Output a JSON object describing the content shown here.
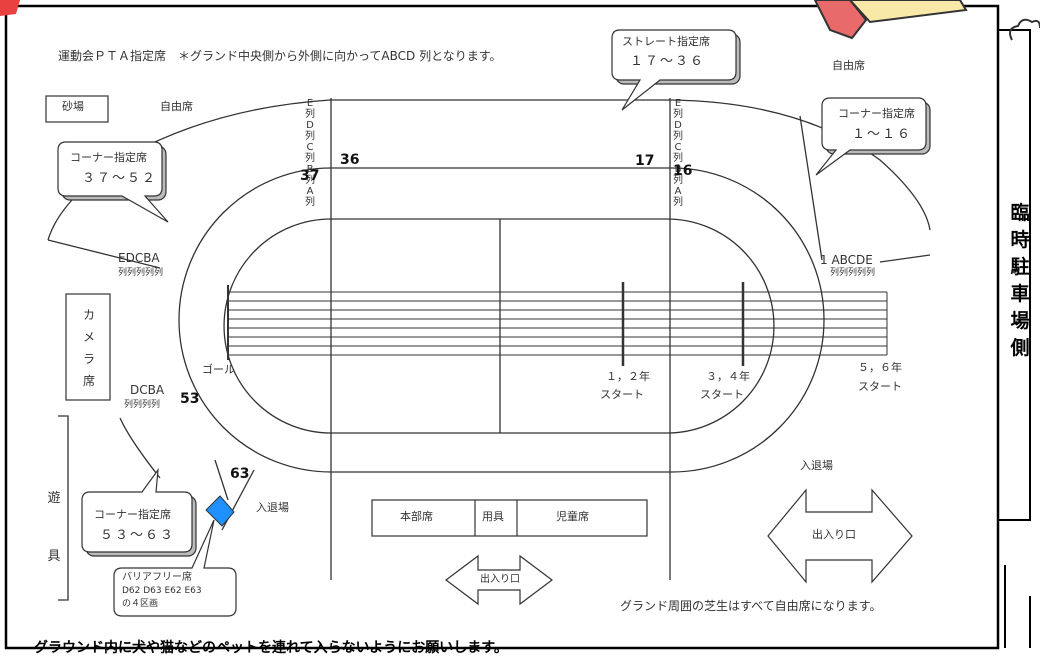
{
  "header": {
    "title": "運動会ＰＴＡ指定席　＊グランド中央側から外側に向かってABCD 列となります。",
    "free_seat_top_right": "自由席"
  },
  "areas": {
    "sunaba": "砂場",
    "free_seat_left": "自由席",
    "camera_seat": [
      "カ",
      "メ",
      "ラ",
      "席"
    ],
    "playground": [
      "遊",
      "具"
    ],
    "honbu": "本部席",
    "yougu": "用具",
    "jidou": "児童席",
    "goal": "ゴール",
    "entrance_left": "入退場",
    "entrance_right": "入退場",
    "exit_right": "出入り口",
    "exit_center": "出入り口",
    "lawn_note": "グランド周囲の芝生はすべて自由席になります。",
    "parking_side": [
      "臨",
      "時",
      "駐",
      "車",
      "場",
      "側"
    ]
  },
  "callouts": {
    "straight": {
      "title": "ストレート指定席",
      "range": "１７～３６"
    },
    "corner_right": {
      "title": "コーナー指定席",
      "range": "１～１６"
    },
    "corner_left_top": {
      "title": "コーナー指定席",
      "range": "３７～５２"
    },
    "corner_left_bottom": {
      "title": "コーナー指定席",
      "range": "５３～６３"
    },
    "barrier_free": {
      "title": "バリアフリー席",
      "detail": "D62 D63 E62 E63",
      "detail2": "の４区画"
    }
  },
  "rows": {
    "left_top": [
      "E",
      "列",
      "D",
      "列",
      "C",
      "列",
      "B",
      "列",
      "A",
      "列"
    ],
    "right_top": [
      "E",
      "列",
      "D",
      "列",
      "C",
      "列",
      "B",
      "列",
      "A",
      "列"
    ],
    "left_mid": "EDCBA",
    "left_mid_sub": "列列列列列",
    "right_mid": "1 ABCDE",
    "right_mid_sub": "列列列列列",
    "left_low": "DCBA",
    "left_low_sub": "列列列列"
  },
  "seat_numbers": {
    "n36": "36",
    "n37": "37",
    "n17": "17",
    "n16": "16",
    "n53": "53",
    "n63": "63"
  },
  "starts": {
    "g12": "１，２年",
    "g12_sub": "スタート",
    "g34": "３，４年",
    "g34_sub": "スタート",
    "g56": "５，６年",
    "g56_sub": "スタート"
  },
  "notice": "グラウンド内に犬や猫などのペットを連れて入らないようにお願いします。",
  "colors": {
    "barrier": "#1e90ff",
    "line": "#333333",
    "megaphone": "#e96a6a"
  }
}
